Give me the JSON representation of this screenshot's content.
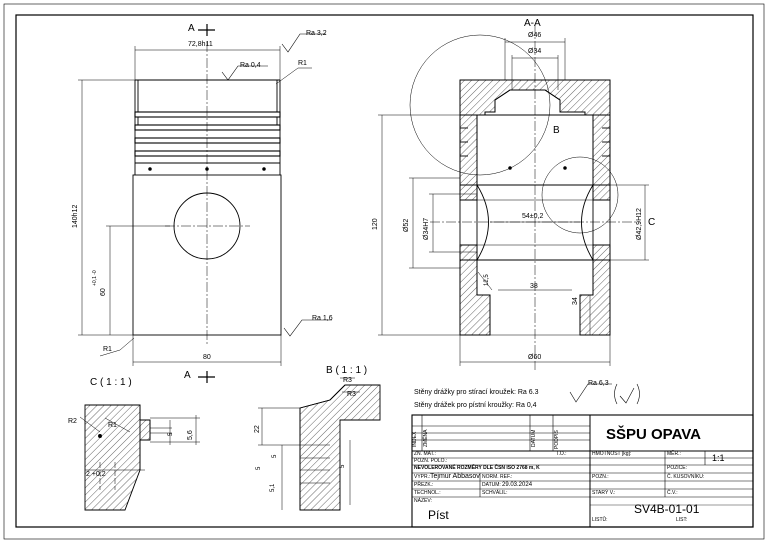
{
  "drawing": {
    "front_view": {
      "section_marker_top": "A",
      "section_marker_bottom": "A",
      "dim_top_width": "72,8h11",
      "roughness_top": "Ra 3,2",
      "roughness_side": "Ra 0,4",
      "radius_top": "R1",
      "dim_height": "140h12",
      "dim_pin_height_main": "60",
      "dim_pin_height_tol": "+0,1  -0",
      "radius_bottom": "R1",
      "roughness_bottom": "Ra 1,6",
      "dim_bottom_width": "80"
    },
    "section_view": {
      "title": "A-A",
      "dia_46": "Ø46",
      "dia_34": "Ø34",
      "detail_b": "B",
      "detail_c": "C",
      "dim_120": "120",
      "dia_52": "Ø52",
      "dia_34h7": "Ø34H7",
      "dim_54": "54±0,2",
      "dia_42": "Ø42,9H12",
      "dim_12": "12,5",
      "dim_38": "38",
      "dim_34": "34",
      "dia_60": "Ø60"
    },
    "detail_c_view": {
      "title": "C ( 1 : 1 )",
      "r2": "R2",
      "r1": "R1",
      "dim_5": "5",
      "dim_56": "5,6",
      "dim_2": "2 +0,2"
    },
    "detail_b_view": {
      "title": "B ( 1 : 1 )",
      "r3a": "R3",
      "r3b": "R3",
      "dim_22": "22",
      "dim_5a": "5",
      "dim_5b": "5",
      "dim_5c": "5",
      "dim_51": "5,1"
    },
    "notes": {
      "line1": "Stěny drážky pro stírací kroužek: Ra 6.3",
      "line2": "Stěny drážek pro pístní kroužky: Ra 0,4",
      "general_roughness": "Ra 6,3"
    },
    "title_block": {
      "rev_headers": [
        "INDEX",
        "ZMĚNA",
        "DATUM",
        "PODPIS"
      ],
      "school": "SŠPU OPAVA",
      "zn_mat_label": "ZN. MAT.:",
      "to_label": "T.O.:",
      "mass_label": "HMOTNOST [kg]:",
      "scale_label": "MĚR.:",
      "scale_value": "1:1",
      "poloz_label": "POZN. POLO.:",
      "note_iso": "NEVOLEROVANÉ ROZMĚRY DLE ČSN ISO 2768 m, K",
      "pozice_label": "POZICE:",
      "vypr_label": "VYPR.:",
      "author": "Tejmur Abbasov",
      "norm_label": "NORM. REF.:",
      "pozn_label": "POZN.:",
      "kusovnik_label": "Č. KUSOVNÍKU:",
      "prezk_label": "PŘEZK.:",
      "datum_label": "DATUM:",
      "date": "29.03.2024",
      "technol_label": "TECHNOL.:",
      "schvalil_label": "SCHVÁLIL:",
      "stary_label": "STARÝ V.:",
      "cv_label": "Č.V.:",
      "nazev_label": "NÁZEV:",
      "part_name": "Píst",
      "listu_label": "LISTŮ:",
      "list_label": "LIST:",
      "drawing_number": "SV4B-01-01"
    }
  }
}
